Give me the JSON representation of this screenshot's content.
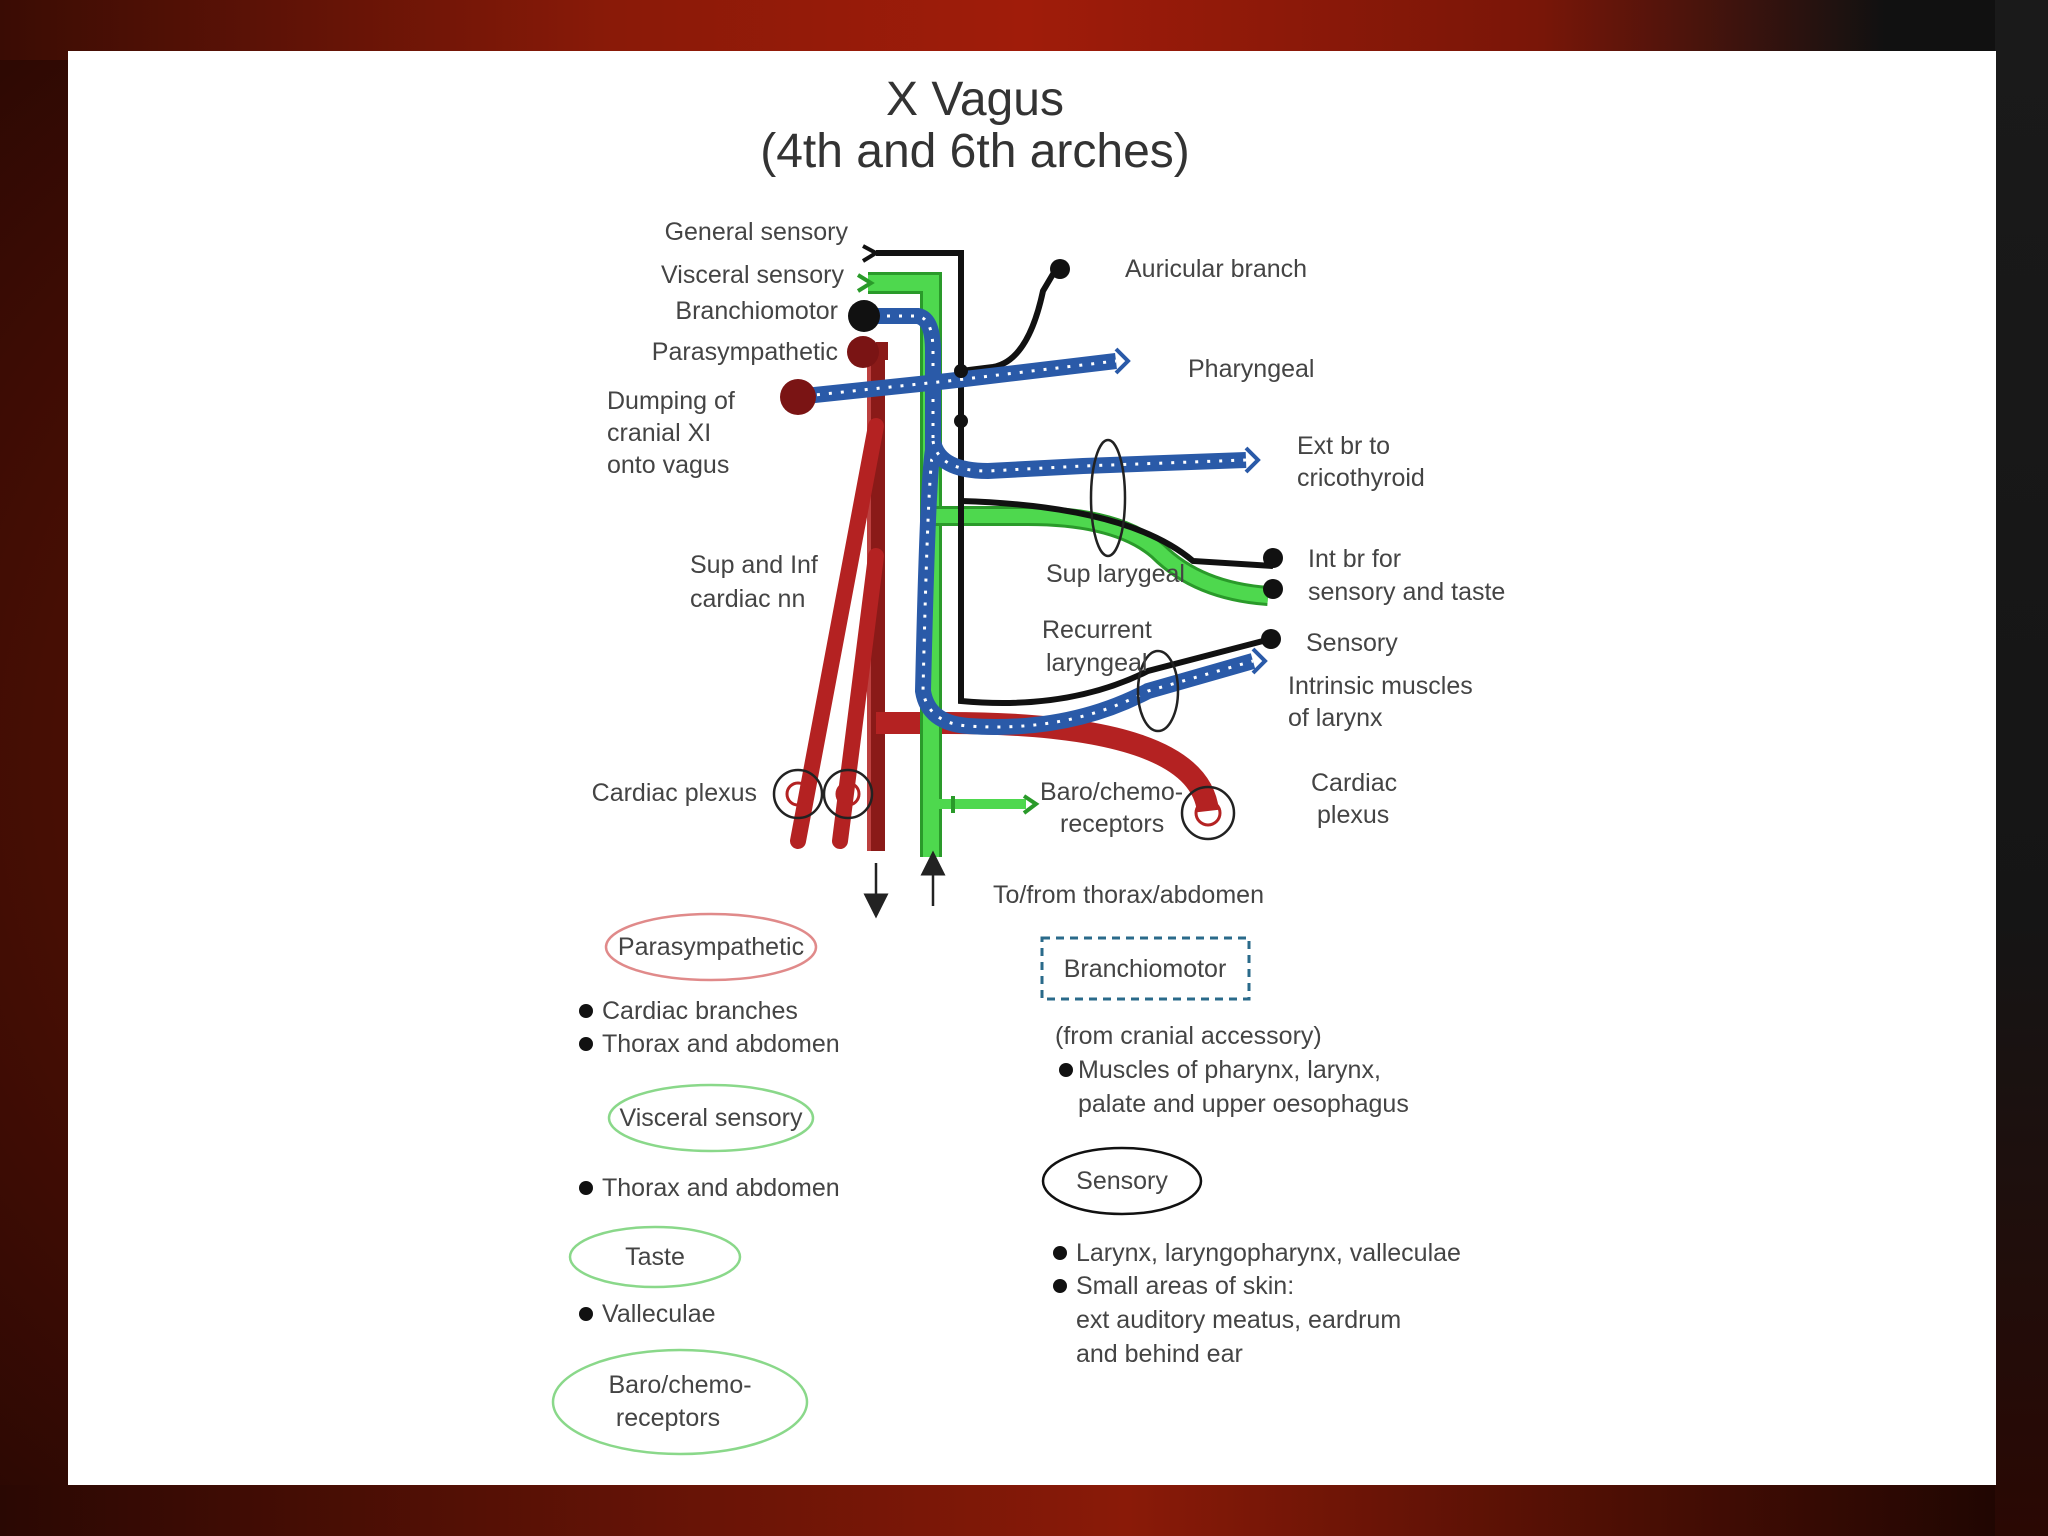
{
  "title": {
    "line1": "X Vagus",
    "line2": "(4th and 6th arches)"
  },
  "left_labels": {
    "general_sensory": "General sensory",
    "visceral_sensory": "Visceral sensory",
    "branchiomotor": "Branchiomotor",
    "parasympathetic": "Parasympathetic",
    "dumping_1": "Dumping of",
    "dumping_2": "cranial XI",
    "dumping_3": "onto vagus",
    "cardiac_nn_1": "Sup and Inf",
    "cardiac_nn_2": "cardiac nn",
    "cardiac_plexus_left": "Cardiac plexus"
  },
  "right_labels": {
    "auricular": "Auricular branch",
    "pharyngeal": "Pharyngeal",
    "ext_br_1": "Ext br to",
    "ext_br_2": "cricothyroid",
    "sup_laryngeal": "Sup larygeal",
    "int_br_1": "Int br for",
    "int_br_2": "sensory and taste",
    "recurrent_1": "Recurrent",
    "recurrent_2": "laryngeal",
    "sensory": "Sensory",
    "intrinsic_1": "Intrinsic muscles",
    "intrinsic_2": "of larynx",
    "baro_1": "Baro/chemo-",
    "baro_2": "receptors",
    "cardiac_plexus_r1": "Cardiac",
    "cardiac_plexus_r2": "plexus",
    "thorax": "To/from thorax/abdomen"
  },
  "legend_left": {
    "parasympathetic": "Parasympathetic",
    "para_item1": "Cardiac branches",
    "para_item2": "Thorax and abdomen",
    "visceral": "Visceral sensory",
    "visc_item1": "Thorax and abdomen",
    "taste": "Taste",
    "taste_item1": "Valleculae",
    "baro_1": "Baro/chemo-",
    "baro_2": "receptors"
  },
  "legend_right": {
    "branchiomotor": "Branchiomotor",
    "bm_note": "(from cranial accessory)",
    "bm_item1a": "Muscles of pharynx, larynx,",
    "bm_item1b": "palate and upper oesophagus",
    "sensory": "Sensory",
    "sens_item1": "Larynx, laryngopharynx, valleculae",
    "sens_item2a": "Small areas of skin:",
    "sens_item2b": "ext auditory meatus, eardrum",
    "sens_item2c": "and behind ear"
  },
  "colors": {
    "parasympathetic": "#c0282a",
    "parasympathetic_dark": "#8a1a18",
    "visceral_sensory": "#3fce3f",
    "branchiomotor": "#2a5aa8",
    "general_sensory": "#111111",
    "background_red": "#6a1406"
  },
  "icons": {
    "plexus": "cardiac-plexus-icon",
    "arrow_down": "arrow-down-icon",
    "arrow_up": "arrow-up-icon"
  }
}
